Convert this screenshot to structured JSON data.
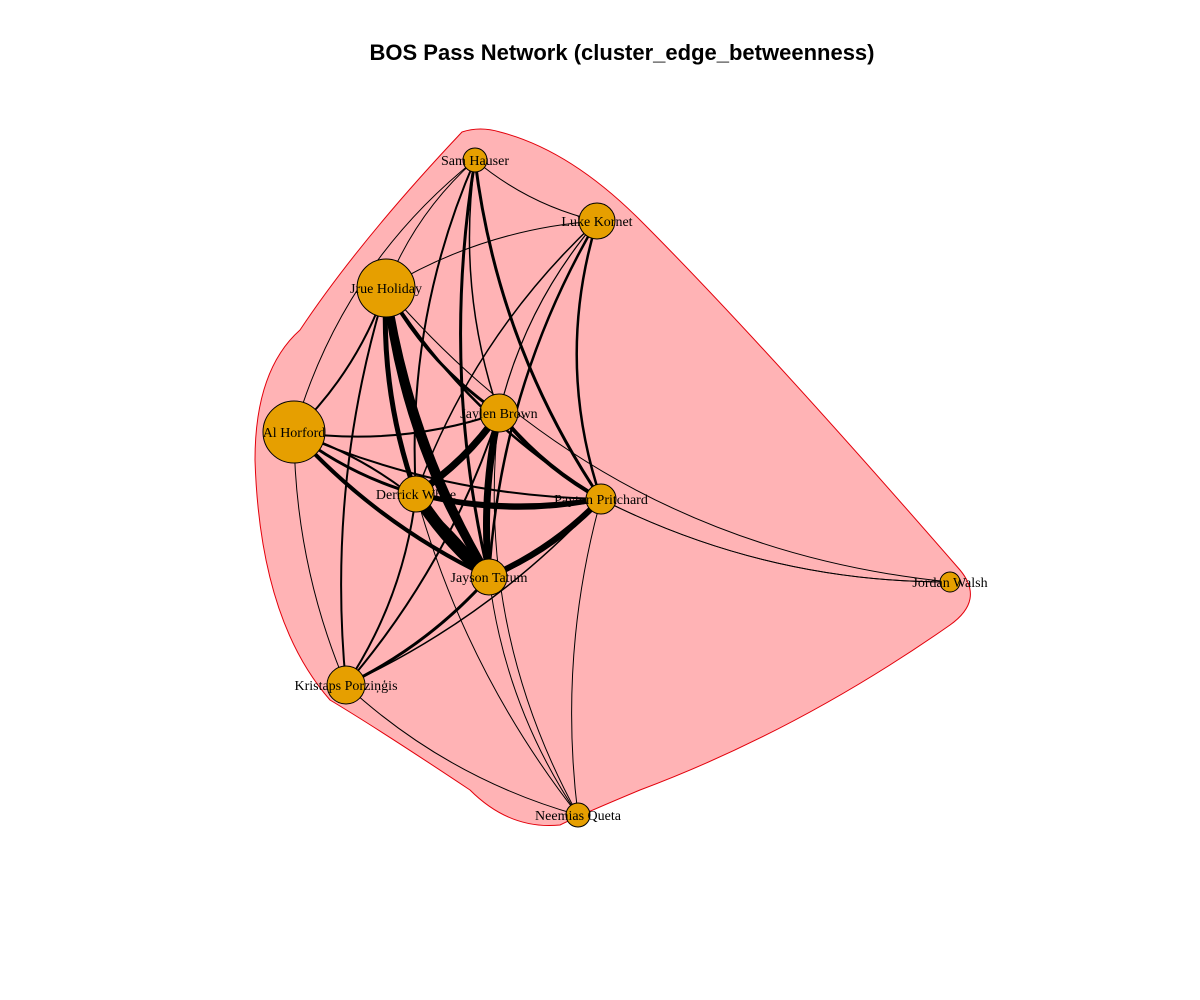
{
  "title": "BOS Pass Network (cluster_edge_betweenness)",
  "colors": {
    "node_fill": "#E69F00",
    "cluster_fill": "#FFB3B5",
    "cluster_stroke": "#E3000B",
    "edge": "#000000"
  },
  "nodes": [
    {
      "id": "sam",
      "label": "Sam Hauser"
    },
    {
      "id": "luke",
      "label": "Luke Kornet"
    },
    {
      "id": "jrue",
      "label": "Jrue Holiday"
    },
    {
      "id": "al",
      "label": "Al Horford"
    },
    {
      "id": "jaylen",
      "label": "Jaylen Brown"
    },
    {
      "id": "derrick",
      "label": "Derrick White"
    },
    {
      "id": "payton",
      "label": "Payton Pritchard"
    },
    {
      "id": "jayson",
      "label": "Jayson Tatum"
    },
    {
      "id": "jordan",
      "label": "Jordan Walsh"
    },
    {
      "id": "kristaps",
      "label": "Kristaps Porziņģis"
    },
    {
      "id": "neemias",
      "label": "Neemias Queta"
    }
  ]
}
